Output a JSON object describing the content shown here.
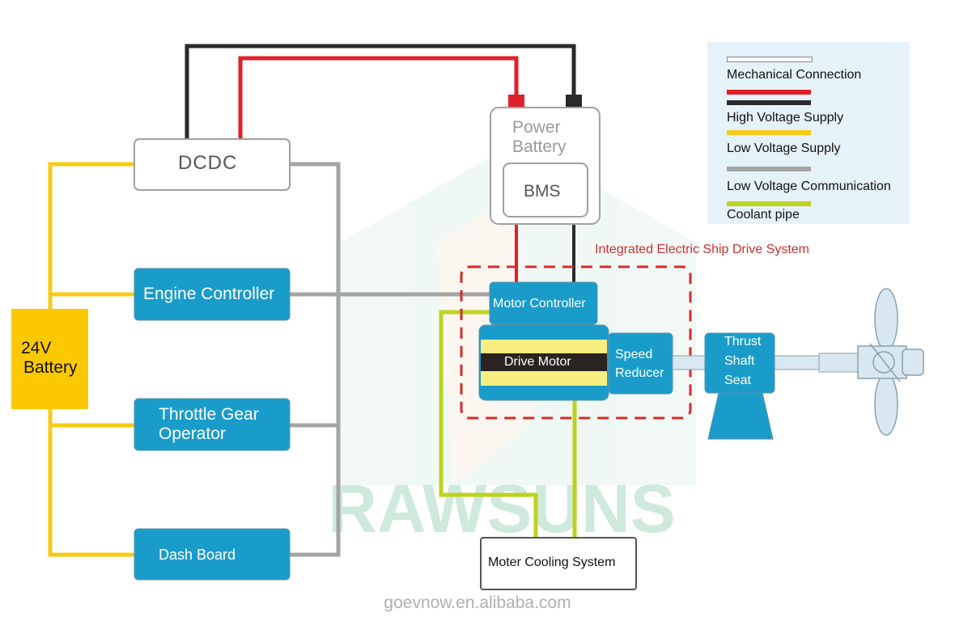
{
  "diagram": {
    "components": {
      "dcdc": "DCDC",
      "engine_controller": "Engine Controller",
      "throttle_gear_operator_line1": "Throttle Gear",
      "throttle_gear_operator_line2": "Operator",
      "dash_board": "Dash Board",
      "battery_24v_line1": "24V",
      "battery_24v_line2": "Battery",
      "power_battery_line1": "Power",
      "power_battery_line2": "Battery",
      "bms": "BMS",
      "motor_controller": "Motor Controller",
      "drive_motor": "Drive Motor",
      "speed_reducer_line1": "Speed",
      "speed_reducer_line2": "Reducer",
      "thrust_shaft_seat_line1": "Thrust",
      "thrust_shaft_seat_line2": "Shaft",
      "thrust_shaft_seat_line3": "Seat",
      "motor_cooling_system": "Moter Cooling System"
    },
    "group_label": "Integrated Electric Ship Drive System",
    "watermark": "RAWSUNS",
    "site": "goevnow.en.alibaba.com"
  },
  "legend": {
    "items": [
      {
        "label": "Mechanical Connection",
        "color": "#ffffff"
      },
      {
        "label": "High Voltage Supply",
        "colors": [
          "#e0202a",
          "#2a2a2a"
        ]
      },
      {
        "label": "Low Voltage Supply",
        "color": "#f7cb15"
      },
      {
        "label": "Low Voltage Communication",
        "color": "#a4a4a4"
      },
      {
        "label": "Coolant pipe",
        "color": "#bcd21e"
      }
    ]
  },
  "colors": {
    "box": "#1a9ccb",
    "battery24v": "#fcc800",
    "group_border": "#d62b2b"
  }
}
